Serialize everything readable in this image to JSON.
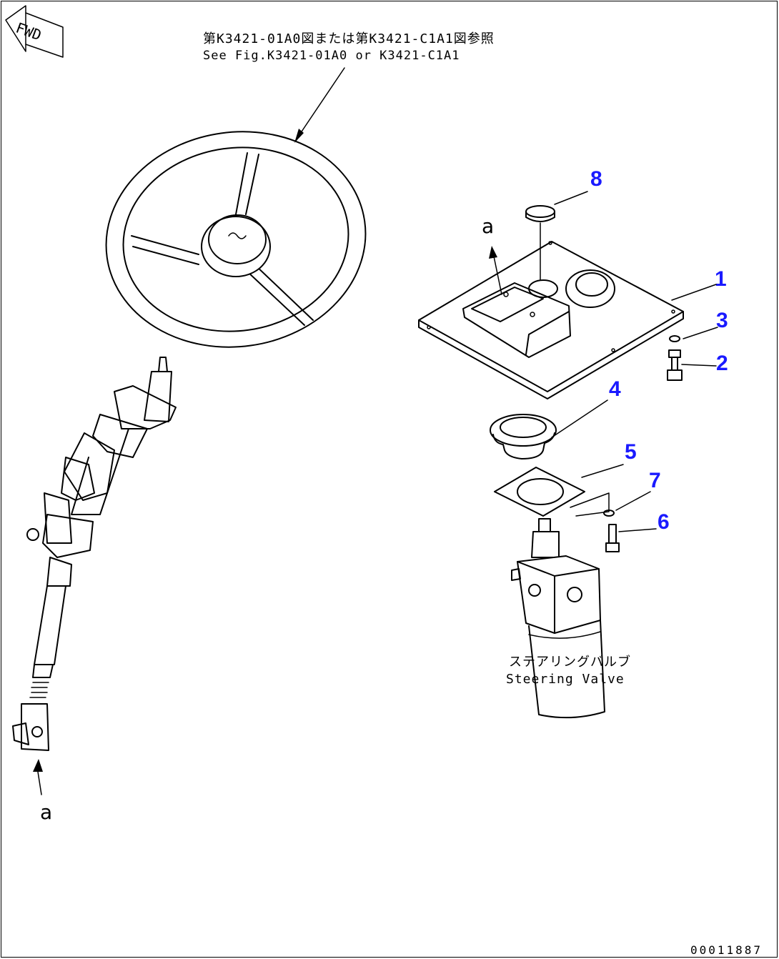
{
  "reference_note": {
    "line1": "第K3421-01A0図または第K3421-C1A1図参照",
    "line2": "See Fig.K3421-01A0 or K3421-C1A1"
  },
  "fwd_label": "FWD",
  "steering_valve": {
    "jp": "ステアリングバルブ",
    "en": "Steering Valve"
  },
  "callouts": [
    "1",
    "2",
    "3",
    "4",
    "5",
    "6",
    "7",
    "8"
  ],
  "view_marker": "a",
  "drawing_number": "00011887",
  "colors": {
    "callout": "#1a1aff",
    "line": "#000000",
    "background": "#ffffff"
  }
}
